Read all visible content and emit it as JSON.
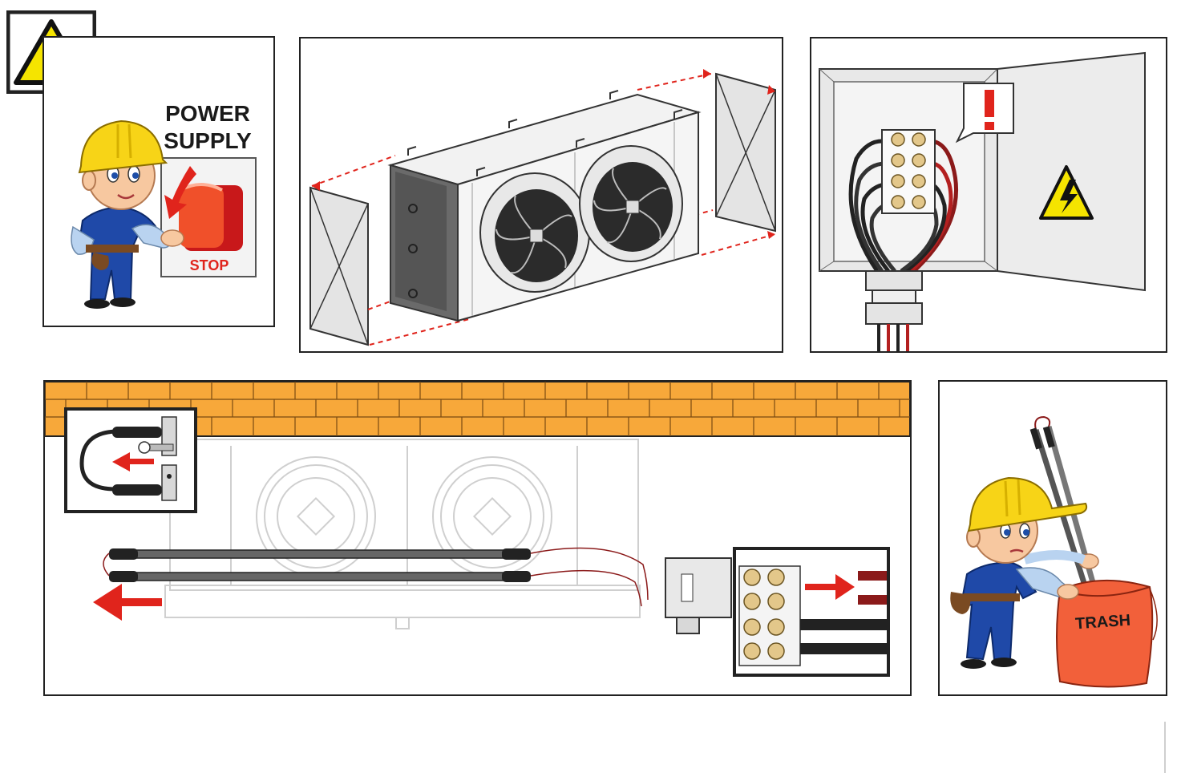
{
  "panel1": {
    "heading_line1": "POWER",
    "heading_line2": "SUPPLY",
    "switch_label": "STOP"
  },
  "panel5": {
    "bag_label": "TRASH"
  },
  "colors": {
    "accent_red": "#e0241c",
    "warning_yellow": "#f5e400",
    "helmet_yellow": "#f7d417",
    "brick_orange": "#f7a83a",
    "overalls_blue": "#1f49a8",
    "bag_orange": "#f2603a"
  },
  "icons": [
    "warning-triangle-icon",
    "electrical-hazard-icon",
    "exclamation-icon",
    "arrow-left-icon",
    "arrow-right-icon",
    "down-arrow-icon"
  ]
}
